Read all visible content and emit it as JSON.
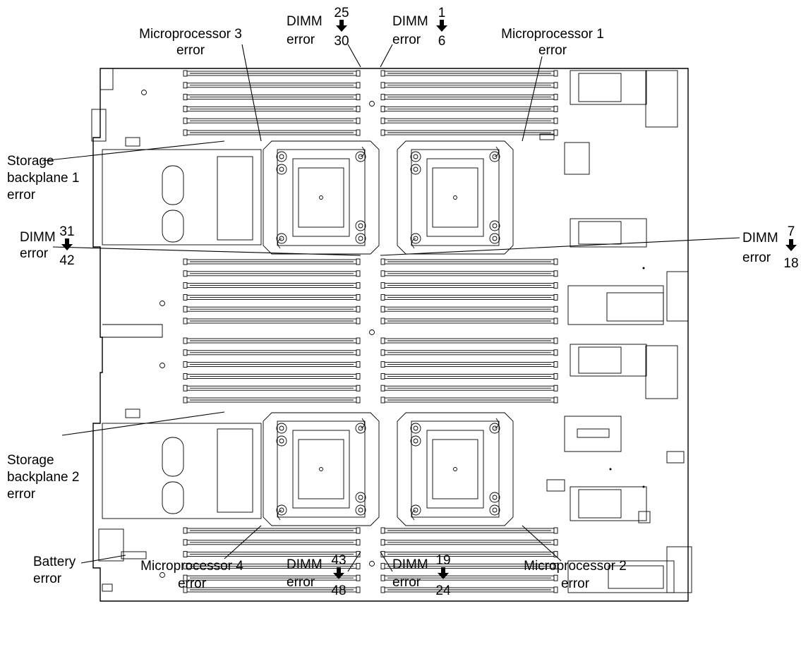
{
  "labels": {
    "mp3": [
      "Microprocessor 3",
      "error"
    ],
    "mp1": [
      "Microprocessor 1",
      "error"
    ],
    "mp4": [
      "Microprocessor 4",
      "error"
    ],
    "mp2": [
      "Microprocessor 2",
      "error"
    ],
    "sb1": [
      "Storage",
      "backplane 1",
      "error"
    ],
    "sb2": [
      "Storage",
      "backplane 2",
      "error"
    ],
    "battery": [
      "Battery",
      "error"
    ],
    "dimm_word": "DIMM",
    "error_word": "error"
  },
  "dimm_ranges": {
    "top_left": {
      "from": "25",
      "to": "30"
    },
    "top_right": {
      "from": "1",
      "to": "6"
    },
    "mid_left": {
      "from": "31",
      "to": "42"
    },
    "mid_right": {
      "from": "7",
      "to": "18"
    },
    "bot_left": {
      "from": "43",
      "to": "48"
    },
    "bot_right": {
      "from": "19",
      "to": "24"
    }
  },
  "colors": {
    "line": "#000000",
    "background": "#ffffff"
  }
}
